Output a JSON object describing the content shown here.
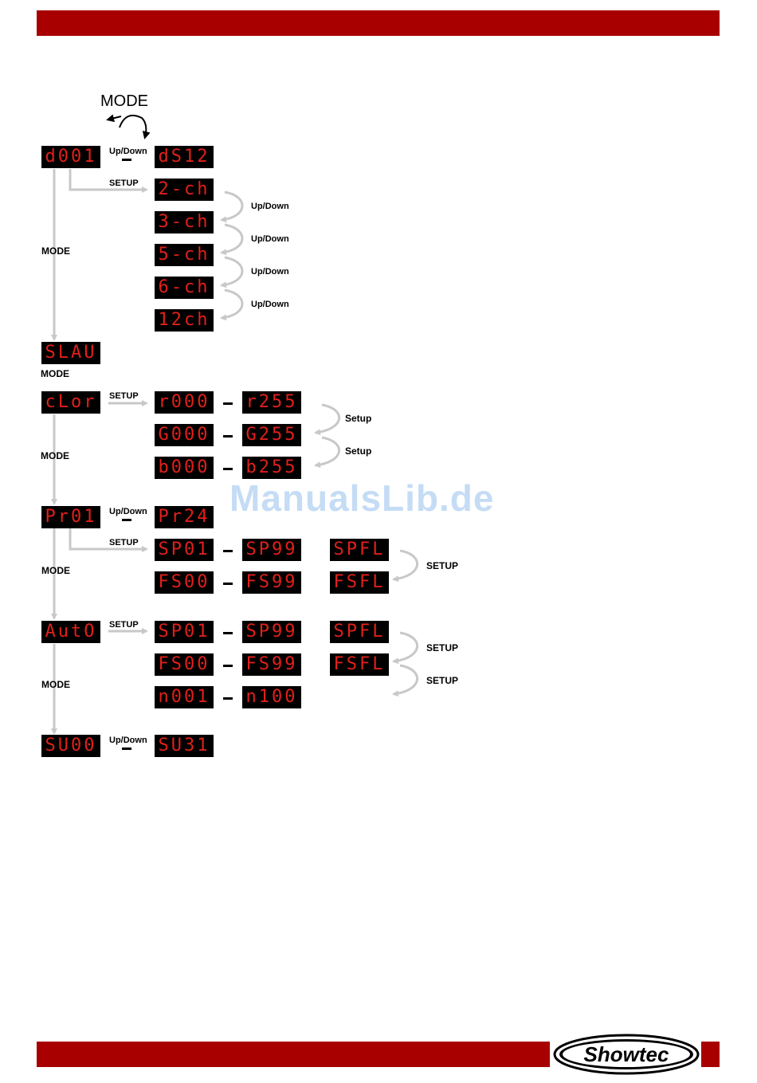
{
  "colors": {
    "brand_red": "#a80000",
    "lcd_bg": "#000000",
    "lcd_text": "#e0201a",
    "arrow_gray": "#c8c8c8"
  },
  "header": {
    "mode_label": "MODE"
  },
  "labels": {
    "up_down": "Up/Down",
    "setup_caps": "SETUP",
    "setup": "Setup",
    "mode": "MODE"
  },
  "displays": {
    "d001": "d001",
    "ds12": "dS12",
    "ch2": "2-ch",
    "ch3": "3-ch",
    "ch5": "5-ch",
    "ch6": "6-ch",
    "ch12": "12ch",
    "slav": "SLAU",
    "clor": "cLor",
    "r000": "r000",
    "r255": "r255",
    "g000": "G000",
    "g255": "G255",
    "b000": "b000",
    "b255": "b255",
    "pr01": "Pr01",
    "pr24": "Pr24",
    "sp01a": "SP01",
    "sp99a": "SP99",
    "spfla": "SPFL",
    "fs00a": "FS00",
    "fs99a": "FS99",
    "fsfla": "FSFL",
    "auto": "AutO",
    "sp01b": "SP01",
    "sp99b": "SP99",
    "spflb": "SPFL",
    "fs00b": "FS00",
    "fs99b": "FS99",
    "fsflb": "FSFL",
    "n001": "n001",
    "n100": "n100",
    "su00": "SU00",
    "su31": "SU31"
  },
  "watermark": "ManualsLib.de",
  "logo": {
    "text": "Showtec"
  }
}
